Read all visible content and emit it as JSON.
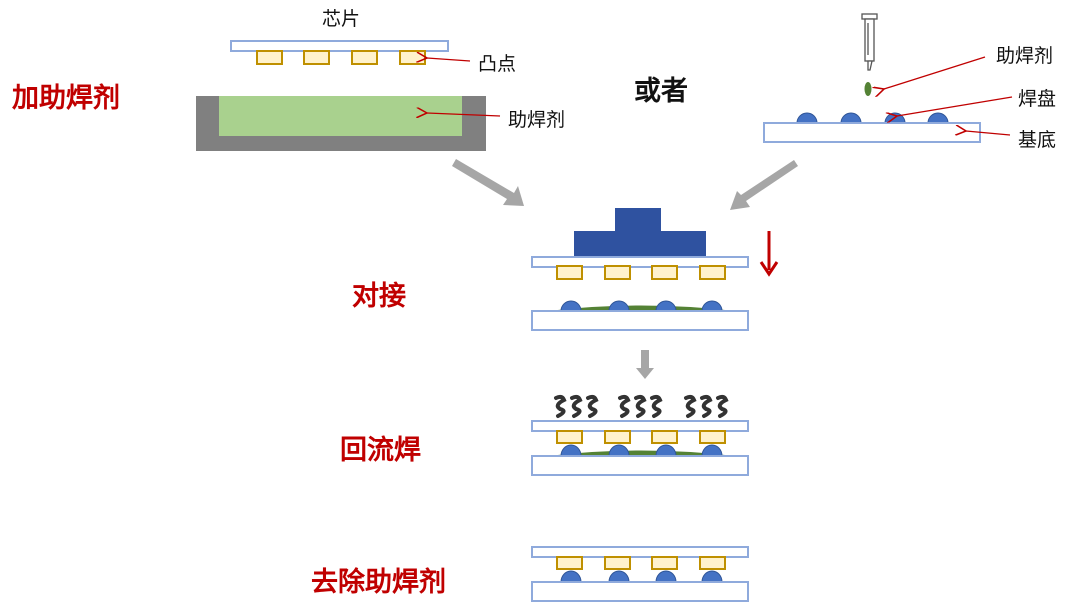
{
  "colors": {
    "step_text": "#c00000",
    "substrate_border": "#8faadc",
    "bump_fill": "#fff2cc",
    "bump_border": "#bf9000",
    "pad_fill": "#4472c4",
    "flux_fill": "#a9d18e",
    "flux_dark": "#548235",
    "tray": "#808080",
    "arrow_gray": "#a6a6a6",
    "leader_red": "#c00000",
    "press": "#2f52a0"
  },
  "steps": {
    "add_flux": "加助焊剂",
    "bond": "对接",
    "reflow": "回流焊",
    "remove_flux": "去除助焊剂"
  },
  "or_label": "或者",
  "labels": {
    "chip": "芯片",
    "bump": "凸点",
    "flux_tray": "助焊剂",
    "flux_drop": "助焊剂",
    "pad": "焊盘",
    "substrate": "基底"
  },
  "icons": {
    "heat": "heat-wave-icon",
    "dispenser": "syringe-icon",
    "press_arrow": "arrow-down-icon"
  }
}
